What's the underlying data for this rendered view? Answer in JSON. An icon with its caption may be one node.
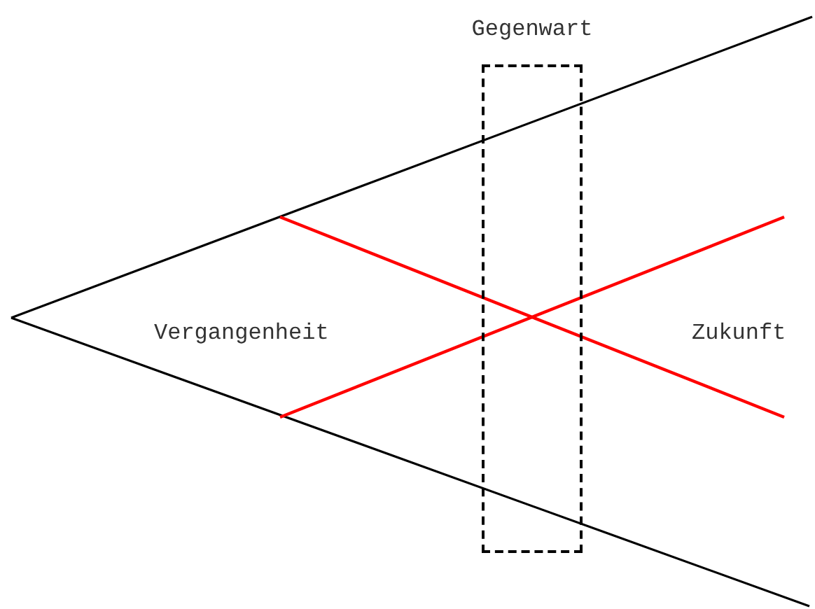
{
  "diagram": {
    "nodes": [
      {
        "text": [
          "Gegenwart"
        ]
      }
    ],
    "labels": [
      "Vergangenheit",
      "Zukunft"
    ]
  }
}
